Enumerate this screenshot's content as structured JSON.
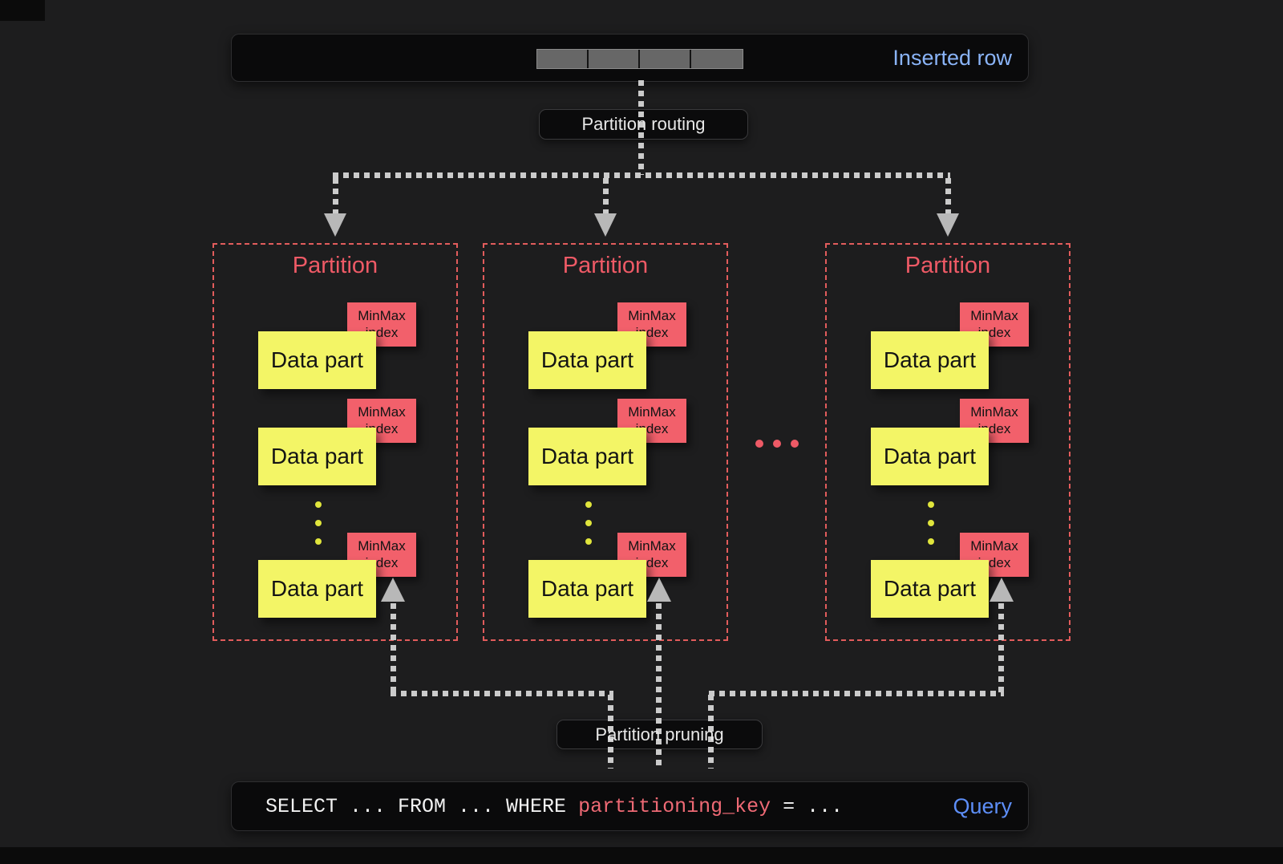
{
  "colors": {
    "background": "#1d1d1e",
    "bar_background": "#0a0a0b",
    "inserted_row_blue": "#8ab4f8",
    "query_blue": "#5d8ef7",
    "partition_red": "#ee5a66",
    "minmax_red": "#f2606b",
    "datapart_yellow": "#f3f566",
    "connector_gray": "#cbcbcb",
    "segment_gray": "#676767"
  },
  "inserted_row_bar": {
    "label": "Inserted row",
    "segment_count": 4
  },
  "routing_pill": {
    "label": "Partition routing"
  },
  "pruning_pill": {
    "label": "Partition pruning"
  },
  "ellipsis": "...",
  "partitions": [
    {
      "title": "Partition",
      "parts": [
        {
          "label": "Data part",
          "index": "MinMax index"
        },
        {
          "label": "Data part",
          "index": "MinMax index"
        },
        {
          "label": "Data part",
          "index": "MinMax index"
        }
      ]
    },
    {
      "title": "Partition",
      "parts": [
        {
          "label": "Data part",
          "index": "MinMax index"
        },
        {
          "label": "Data part",
          "index": "MinMax index"
        },
        {
          "label": "Data part",
          "index": "MinMax index"
        }
      ]
    },
    {
      "title": "Partition",
      "parts": [
        {
          "label": "Data part",
          "index": "MinMax index"
        },
        {
          "label": "Data part",
          "index": "MinMax index"
        },
        {
          "label": "Data part",
          "index": "MinMax index"
        }
      ]
    }
  ],
  "query_bar": {
    "sql_before": "SELECT ... FROM ... WHERE ",
    "sql_key": "partitioning_key",
    "sql_after": " = ...",
    "label": "Query"
  }
}
